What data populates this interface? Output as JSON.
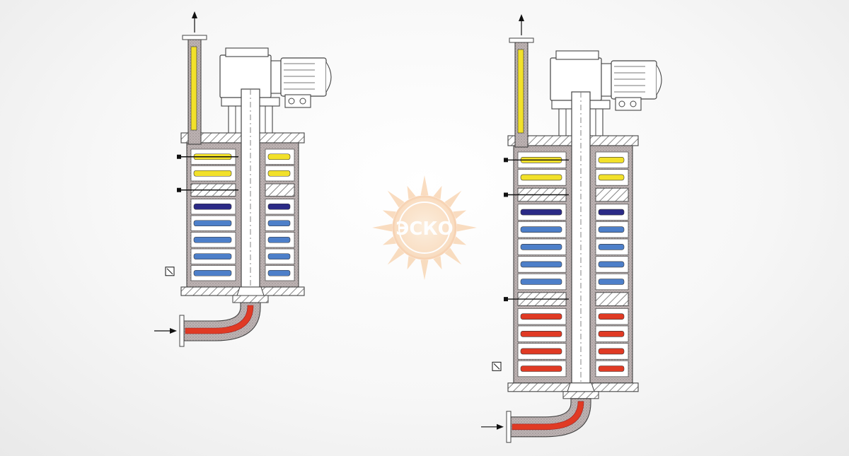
{
  "watermark": {
    "text": "ЭСКО",
    "color": "#f3b27a"
  },
  "colors": {
    "hot": "#e03a24",
    "warm": "#f2e12a",
    "cool": "#4d7fc9",
    "cold": "#2b2a86",
    "insulation": "#b9b0b0",
    "outline": "#444444",
    "hatch": "#555555"
  },
  "apparatuses": [
    {
      "id": "small",
      "chambers": [
        "warm",
        "warm",
        "hatch",
        "cold",
        "cool",
        "cool",
        "cool",
        "cool"
      ],
      "has_inlet_arrow": true,
      "has_outlet_arrow": true
    },
    {
      "id": "large",
      "chambers": [
        "warm",
        "warm",
        "hatch",
        "cold",
        "cool",
        "cool",
        "cool",
        "cool",
        "hatch",
        "hot",
        "hot",
        "hot",
        "hot"
      ],
      "has_inlet_arrow": true,
      "has_outlet_arrow": true
    }
  ]
}
